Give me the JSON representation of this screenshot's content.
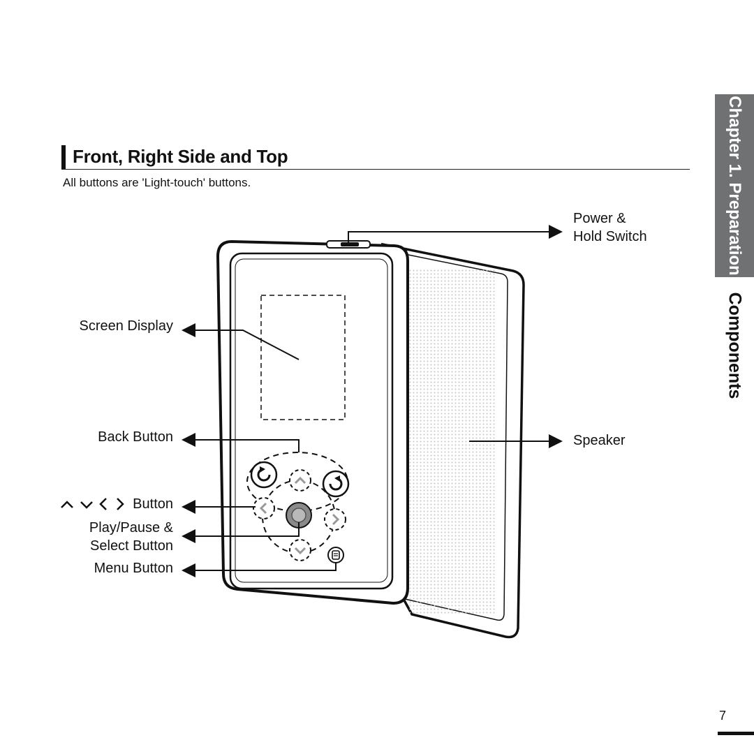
{
  "section": {
    "title": "Front, Right Side and Top",
    "note": "All buttons are 'Light-touch' buttons."
  },
  "side_tab": {
    "chapter": "Chapter 1. Preparation",
    "topic": "Components"
  },
  "callouts": {
    "power": [
      "Power &",
      "Hold Switch"
    ],
    "screen": "Screen Display",
    "back": "Back Button",
    "arrows": "Button",
    "play": [
      "Play/Pause &",
      "Select Button"
    ],
    "menu": "Menu Button",
    "speaker": "Speaker"
  },
  "page_number": "7",
  "colors": {
    "ink": "#111111",
    "tab_gray": "#6f7172",
    "play_button": "#8a8a8a"
  }
}
